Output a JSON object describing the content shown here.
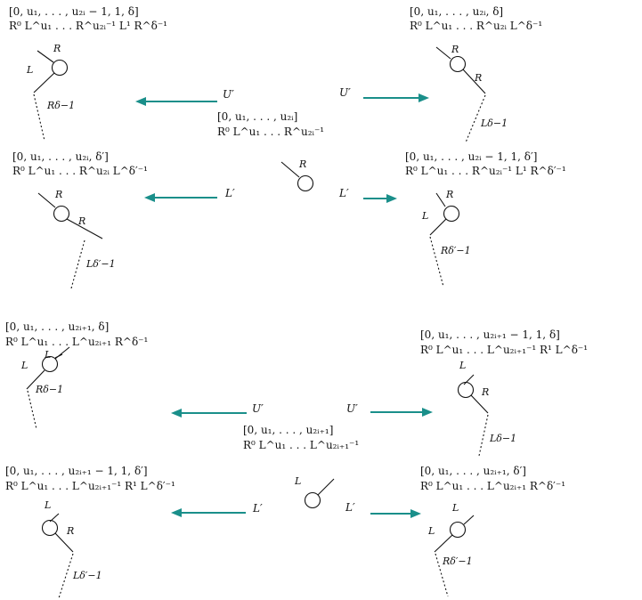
{
  "colors": {
    "arrow": "#1a8f8a",
    "ink": "#111111"
  },
  "top": {
    "center": {
      "seq": "[0, u₁, . . . , u₂ᵢ]",
      "word": "R⁰ L^u₁ . . . R^u₂ᵢ⁻¹",
      "node_label": "R"
    },
    "tl": {
      "seq": "[0, u₁, . . . , u₂ᵢ − 1, 1, δ]",
      "word": "R⁰ L^u₁ . . . R^u₂ᵢ⁻¹ L¹ R^δ⁻¹",
      "n1": "R",
      "n2": "L",
      "edge": "Rδ−1"
    },
    "tr": {
      "seq": "[0, u₁, . . . , u₂ᵢ, δ]",
      "word": "R⁰ L^u₁ . . . R^u₂ᵢ L^δ⁻¹",
      "n1": "R",
      "n2": "R",
      "edge": "Lδ−1"
    },
    "bl": {
      "seq": "[0, u₁, . . . , u₂ᵢ, δ′]",
      "word": "R⁰ L^u₁ . . . R^u₂ᵢ L^δ′⁻¹",
      "n1": "R",
      "n2": "R",
      "edge": "Lδ′−1"
    },
    "br": {
      "seq": "[0, u₁, . . . , u₂ᵢ − 1, 1, δ′]",
      "word": "R⁰ L^u₁ . . . R^u₂ᵢ⁻¹ L¹ R^δ′⁻¹",
      "n1": "R",
      "n2": "L",
      "edge": "Rδ′−1"
    },
    "arrows": {
      "ul": "U′",
      "ur": "U′",
      "ll": "L′",
      "lr": "L′"
    }
  },
  "bottom": {
    "center": {
      "seq": "[0, u₁, . . . , u₂ᵢ₊₁]",
      "word": "R⁰ L^u₁ . . . L^u₂ᵢ₊₁⁻¹",
      "node_label": "L"
    },
    "tl": {
      "seq": "[0, u₁, . . . , u₂ᵢ₊₁, δ]",
      "word": "R⁰ L^u₁ . . . L^u₂ᵢ₊₁ R^δ⁻¹",
      "n1": "L",
      "n2": "L",
      "edge": "Rδ−1"
    },
    "tr": {
      "seq": "[0, u₁, . . . , u₂ᵢ₊₁ − 1, 1, δ]",
      "word": "R⁰ L^u₁ . . . L^u₂ᵢ₊₁⁻¹ R¹ L^δ⁻¹",
      "n1": "L",
      "n2": "R",
      "edge": "Lδ−1"
    },
    "bl": {
      "seq": "[0, u₁, . . . , u₂ᵢ₊₁ − 1, 1, δ′]",
      "word": "R⁰ L^u₁ . . . L^u₂ᵢ₊₁⁻¹ R¹ L^δ′⁻¹",
      "n1": "L",
      "n2": "R",
      "edge": "Lδ′−1"
    },
    "br": {
      "seq": "[0, u₁, . . . , u₂ᵢ₊₁, δ′]",
      "word": "R⁰ L^u₁ . . . L^u₂ᵢ₊₁ R^δ′⁻¹",
      "n1": "L",
      "n2": "L",
      "edge": "Rδ′−1"
    },
    "arrows": {
      "ul": "U′",
      "ur": "U′",
      "ll": "L′",
      "lr": "L′"
    }
  }
}
